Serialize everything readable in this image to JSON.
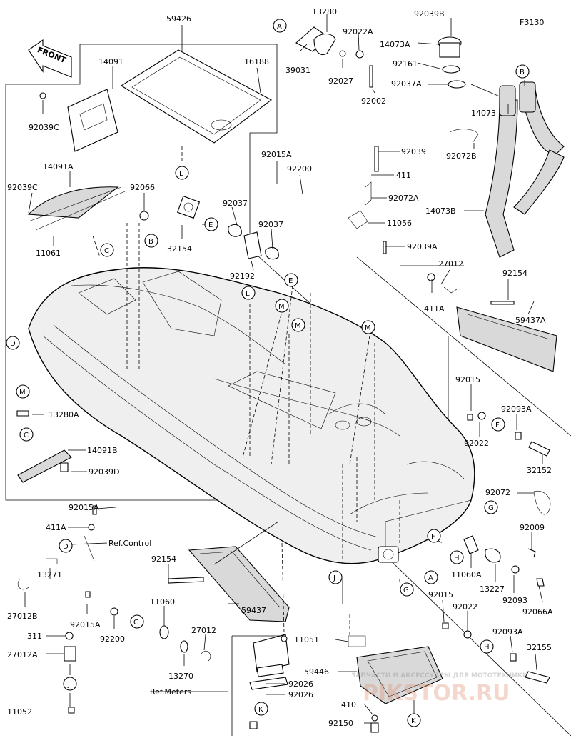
{
  "figure_code": "F3130",
  "front_label": "FRONT",
  "watermark": {
    "brand": "PIKSTOR.RU",
    "tagline": "ЗАПЧАСТИ И АКСЕССУАРЫ ДЛЯ МОТОТЕХНИКИ"
  },
  "refs": {
    "control": "Ref.Control",
    "meters": "Ref.Meters"
  },
  "letters": [
    "A",
    "B",
    "C",
    "D",
    "E",
    "F",
    "G",
    "H",
    "J",
    "K",
    "L",
    "M"
  ],
  "parts": {
    "p59426": "59426",
    "p16188": "16188",
    "p14091": "14091",
    "p92039C": "92039C",
    "p14091A": "14091A",
    "p92039Cb": "92039C",
    "p92066": "92066",
    "p11061": "11061",
    "p32154": "32154",
    "p92037a": "92037",
    "p92037b": "92037",
    "p92192": "92192",
    "p39031": "39031",
    "p13280": "13280",
    "p92022A": "92022A",
    "p92027": "92027",
    "p92002": "92002",
    "p92039B": "92039B",
    "p14073A": "14073A",
    "p92161": "92161",
    "p92037A": "92037A",
    "p14073": "14073",
    "p92072B": "92072B",
    "p14073B": "14073B",
    "p92015A": "92015A",
    "p92200": "92200",
    "p92039": "92039",
    "p411": "411",
    "p92072A": "92072A",
    "p11056": "11056",
    "p92039A": "92039A",
    "p27012": "27012",
    "p411A": "411A",
    "p92154": "92154",
    "p59437A": "59437A",
    "p13280A": "13280A",
    "p14091B": "14091B",
    "p92039D": "92039D",
    "p92015": "92015",
    "p92093A": "92093A",
    "p92022": "92022",
    "p32152": "32152",
    "p92072": "92072",
    "p92009": "92009",
    "p11060A": "11060A",
    "p13227": "13227",
    "p92093": "92093",
    "p92066A": "92066A",
    "p92015b": "92015",
    "p92022b": "92022",
    "p92093Ab": "92093A",
    "p32155": "32155",
    "p92015Ab": "92015A",
    "p411Ab": "411A",
    "p13271": "13271",
    "p27012B": "27012B",
    "p92154b": "92154",
    "p11060": "11060",
    "p27012b": "27012",
    "p59437": "59437",
    "p92015Ac": "92015A",
    "p92200b": "92200",
    "p311": "311",
    "p27012A": "27012A",
    "p11052": "11052",
    "p13270": "13270",
    "p11051": "11051",
    "p59446": "59446",
    "p92026a": "92026",
    "p92026b": "92026",
    "p410": "410",
    "p92150": "92150"
  }
}
